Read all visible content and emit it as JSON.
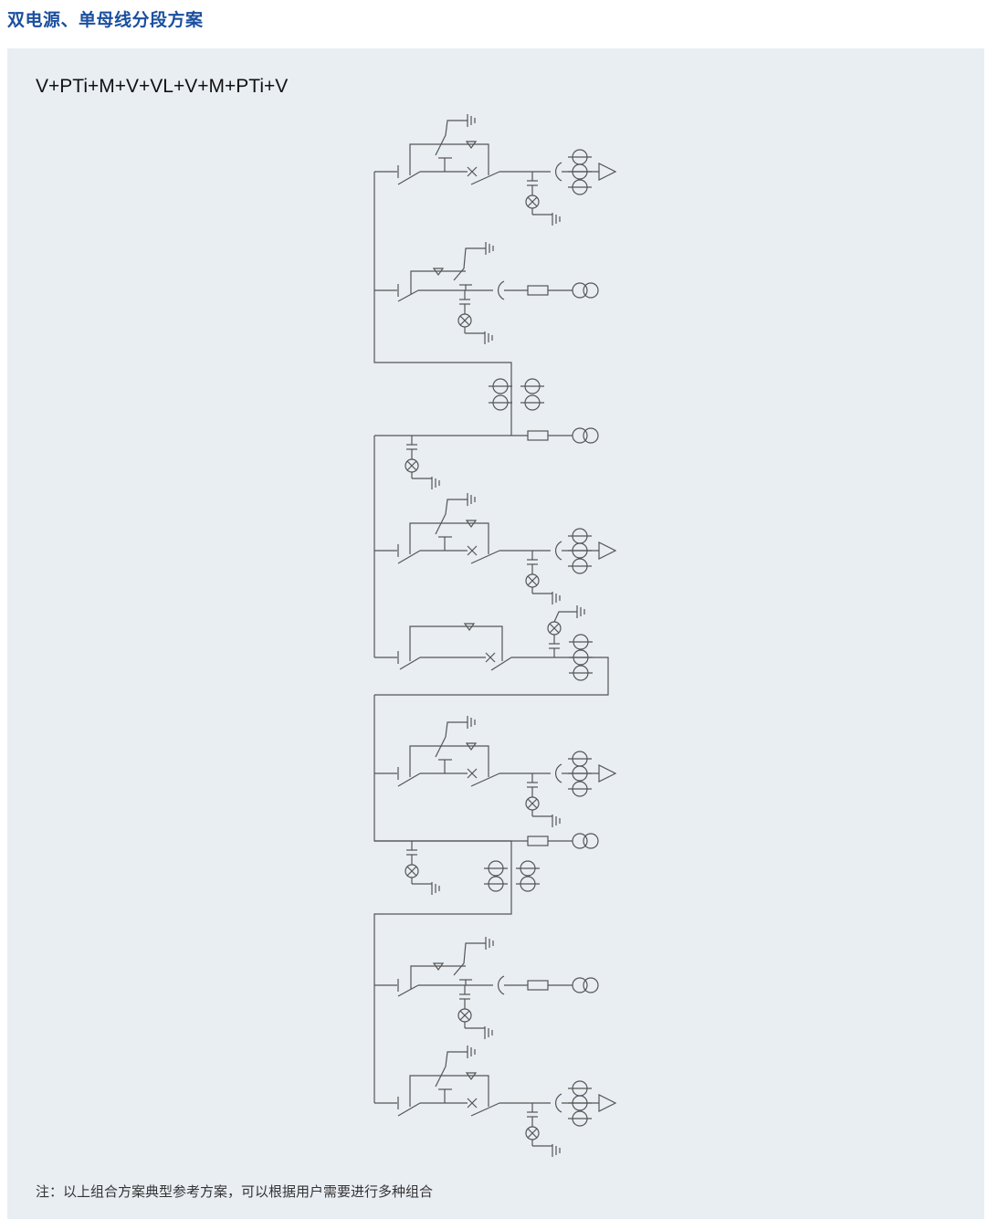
{
  "page": {
    "title": "双电源、单母线分段方案",
    "scheme_code": "V+PTi+M+V+VL+V+M+PTi+V",
    "note": "注：以上组合方案典型参考方案，可以根据用户需要进行多种组合"
  },
  "diagram": {
    "line_color": "#555555",
    "units": [
      "V",
      "PTi",
      "M",
      "V",
      "VL",
      "V",
      "M",
      "PTi",
      "V"
    ]
  }
}
